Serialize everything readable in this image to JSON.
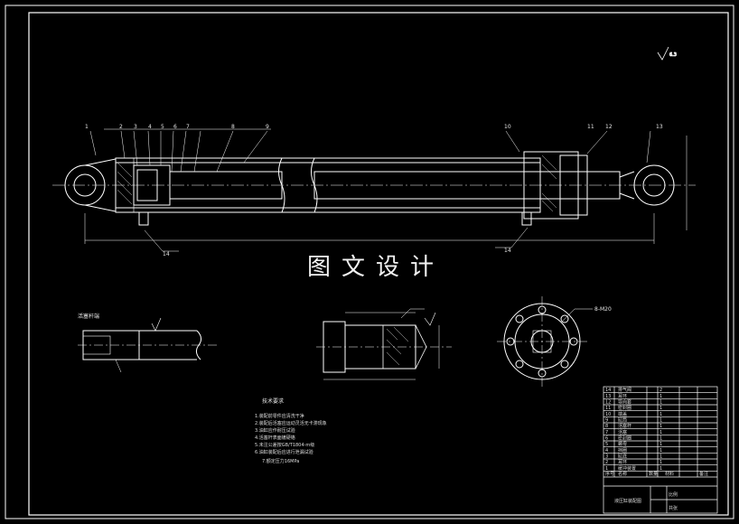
{
  "watermark": "图文设计",
  "rod_end_title": "活塞杆端",
  "tech_title": "技术要求",
  "tech_items": [
    "1.装配前零件应清洗干净",
    "2.装配后活塞应运动灵活无卡滞现象",
    "3.油缸应作耐压试验",
    "4.活塞杆表面镀硬铬",
    "5.未注公差按GB/T1804-m级",
    "6.油缸装配后应进行泄漏试验",
    "7.额定压力16MPa"
  ],
  "thread_label": "8-M20",
  "part_labels": [
    "1",
    "2",
    "3",
    "4",
    "5",
    "6",
    "7",
    "8",
    "9",
    "10",
    "11",
    "12",
    "13",
    "14"
  ],
  "title_block": {
    "rows": [
      {
        "no": "14",
        "name": "排气阀",
        "qty": "2"
      },
      {
        "no": "13",
        "name": "耳环",
        "qty": "1"
      },
      {
        "no": "12",
        "name": "导向套",
        "qty": "1"
      },
      {
        "no": "11",
        "name": "密封圈",
        "qty": "1"
      },
      {
        "no": "10",
        "name": "端盖",
        "qty": "1"
      },
      {
        "no": "9",
        "name": "缸筒",
        "qty": "1"
      },
      {
        "no": "8",
        "name": "活塞杆",
        "qty": "1"
      },
      {
        "no": "7",
        "name": "活塞",
        "qty": "1"
      },
      {
        "no": "6",
        "name": "密封圈",
        "qty": "1"
      },
      {
        "no": "5",
        "name": "螺母",
        "qty": "1"
      },
      {
        "no": "4",
        "name": "挡圈",
        "qty": "1"
      },
      {
        "no": "3",
        "name": "缸底",
        "qty": "1"
      },
      {
        "no": "2",
        "name": "耳环",
        "qty": "1"
      },
      {
        "no": "1",
        "name": "缓冲装置",
        "qty": "1"
      }
    ],
    "header": [
      "序号",
      "名称",
      "数量",
      "材料",
      "备注"
    ],
    "drawing_name": "液压缸装配图",
    "scale_label": "比例",
    "sheet_label": "共张"
  },
  "colors": {
    "background": "#000000",
    "lines": "#ffffff",
    "accent": "#dcdcdc"
  }
}
